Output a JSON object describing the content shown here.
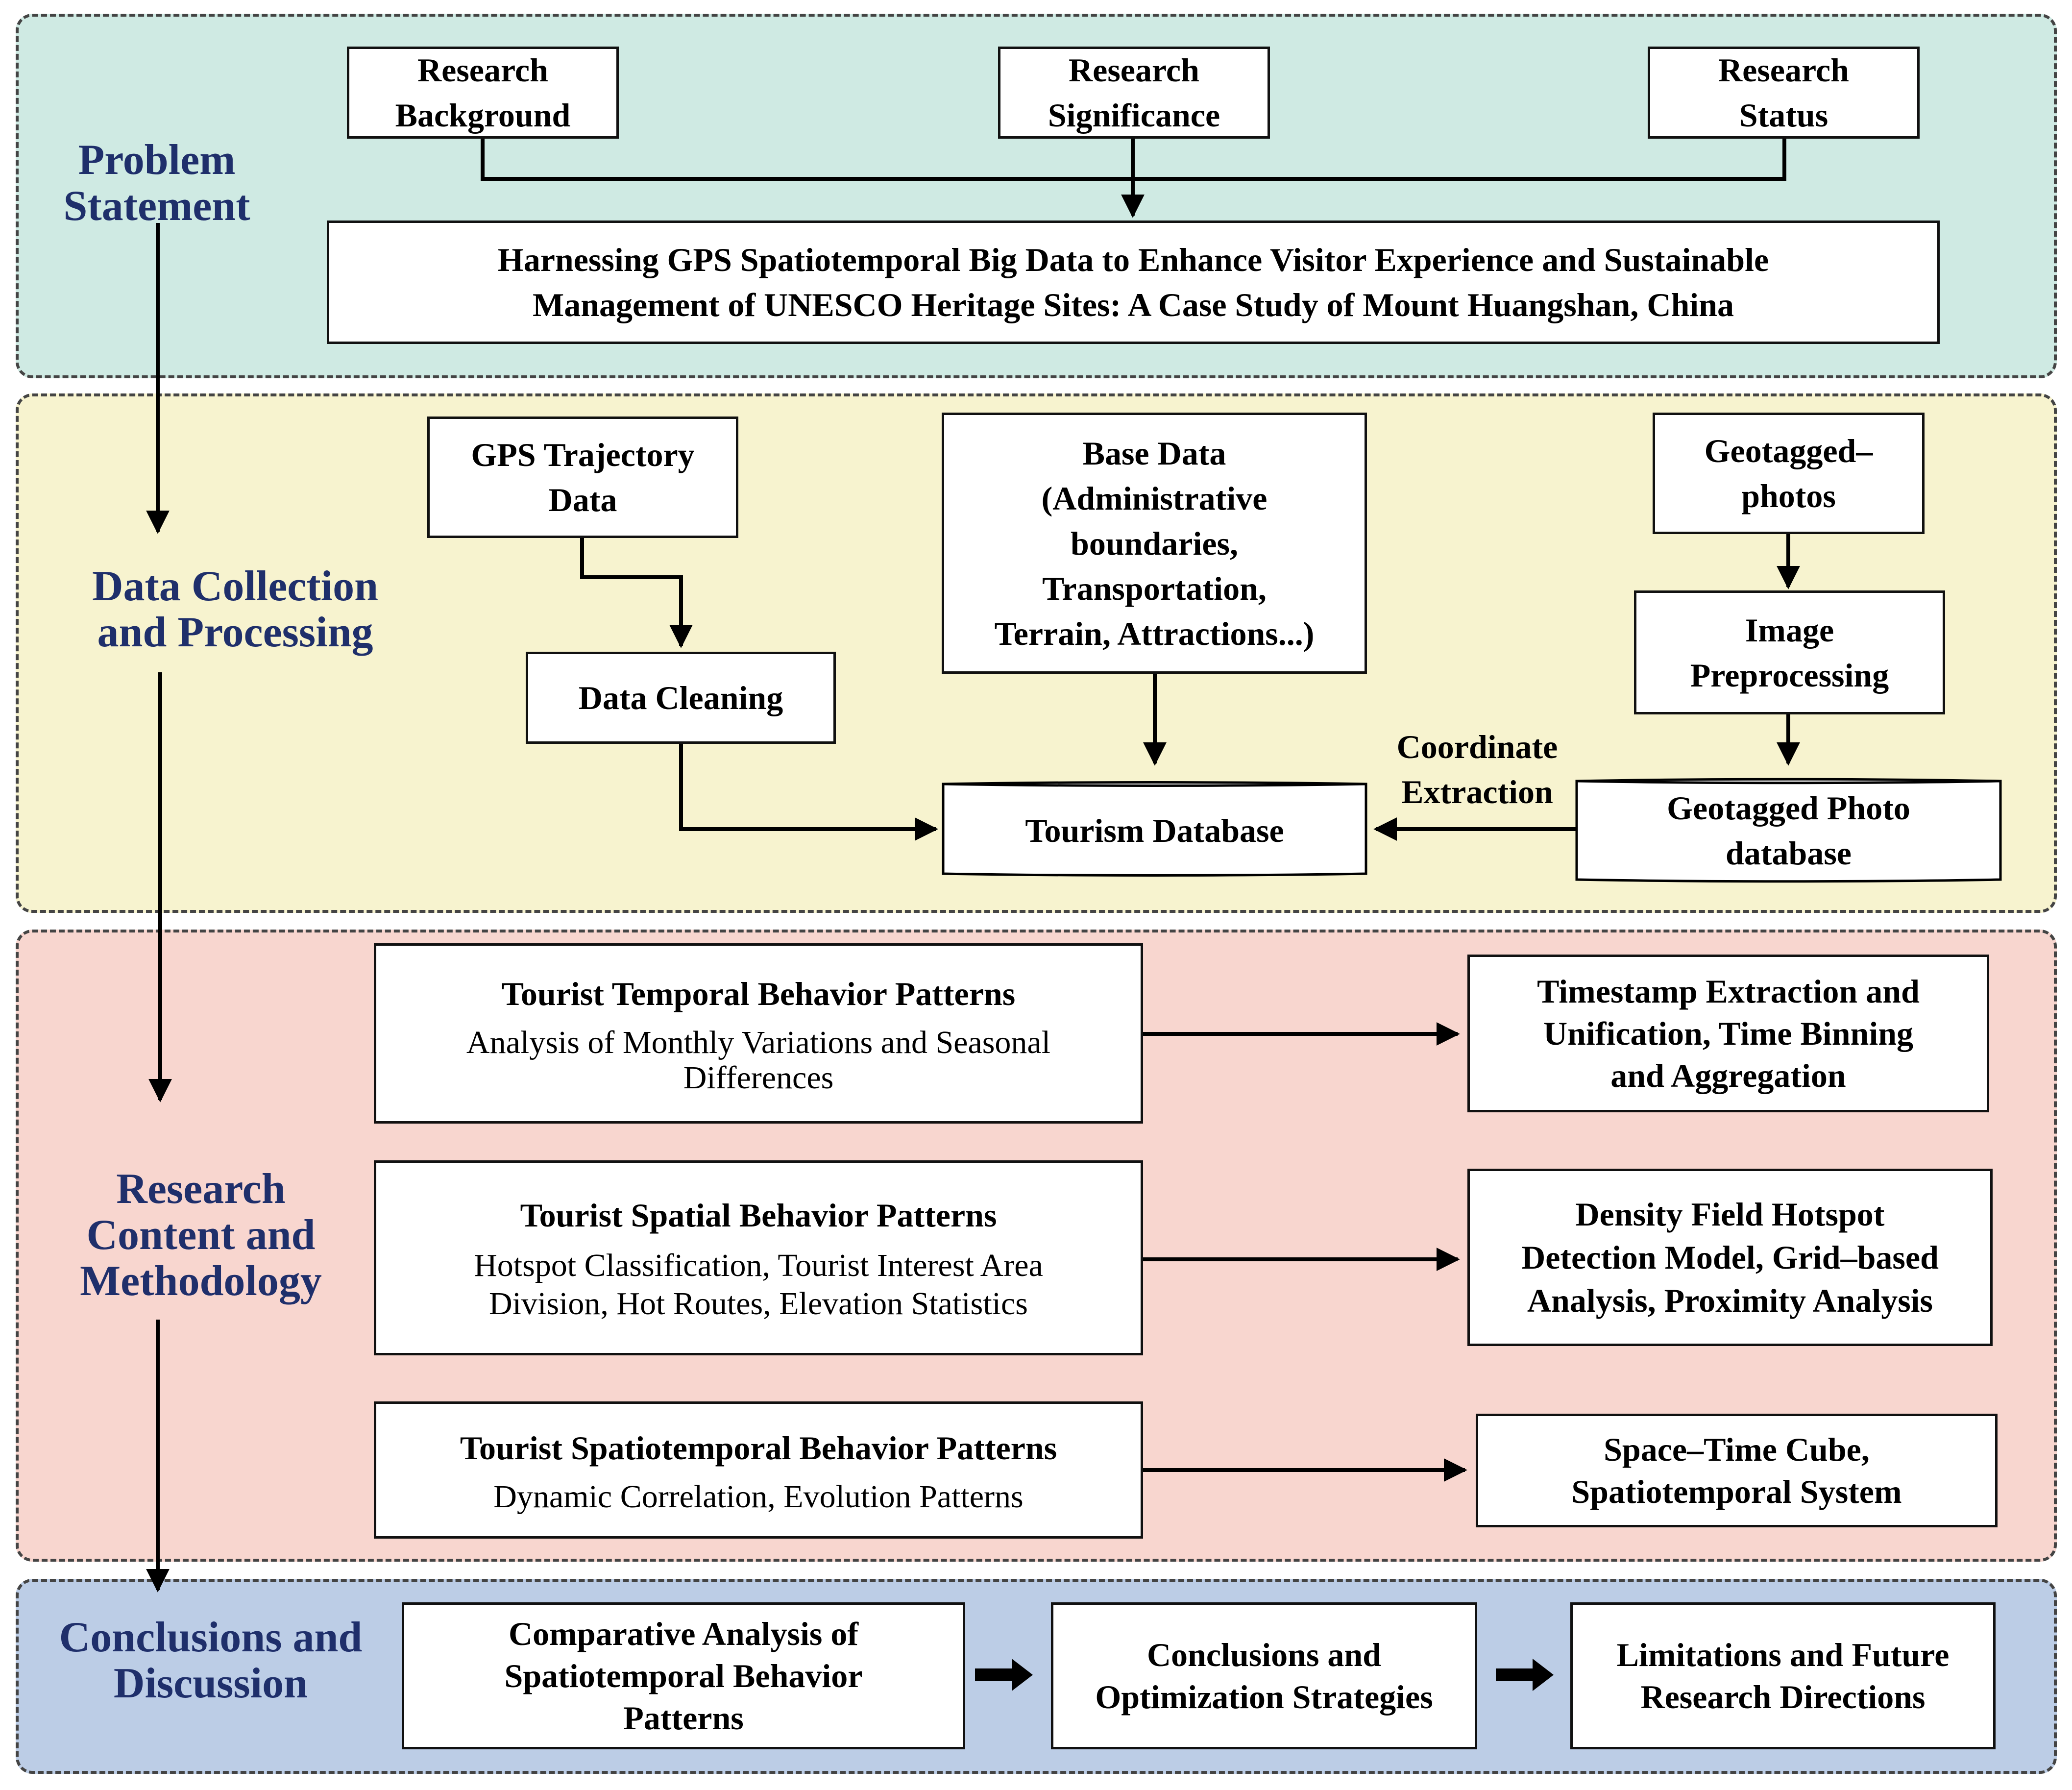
{
  "colors": {
    "problem_panel": "#cfeae3",
    "data_panel": "#f7f3cf",
    "research_panel": "#f8d6cf",
    "conclusion_panel": "#bccde6",
    "stage_text": "#1f2f6b"
  },
  "stages": {
    "problem": "Problem\nStatement",
    "data": "Data Collection\nand Processing",
    "research": "Research\nContent and\nMethodology",
    "conclusion": "Conclusions and\nDiscussion"
  },
  "problem": {
    "background": "Research\nBackground",
    "significance": "Research\nSignificance",
    "status": "Research\nStatus",
    "title": "Harnessing GPS Spatiotemporal Big Data to Enhance Visitor Experience and Sustainable\nManagement of UNESCO Heritage Sites: A Case Study of Mount Huangshan, China"
  },
  "data": {
    "gps": "GPS Trajectory\nData",
    "cleaning": "Data Cleaning",
    "base": "Base Data\n(Administrative\nboundaries,\nTransportation,\nTerrain, Attractions...)",
    "geotagged": "Geotagged–\nphotos",
    "image_prep": "Image\nPreprocessing",
    "tourism_db": "Tourism Database",
    "photo_db": "Geotagged Photo\ndatabase",
    "coord_extraction": "Coordinate\nExtraction"
  },
  "research": {
    "temporal_title": "Tourist Temporal Behavior Patterns",
    "temporal_sub": "Analysis of Monthly Variations and Seasonal\nDifferences",
    "temporal_method": "Timestamp Extraction and\nUnification, Time Binning\nand Aggregation",
    "spatial_title": "Tourist Spatial Behavior Patterns",
    "spatial_sub": "Hotspot Classification, Tourist Interest Area\nDivision, Hot Routes, Elevation Statistics",
    "spatial_method": "Density Field Hotspot\nDetection Model, Grid–based\nAnalysis, Proximity Analysis",
    "st_title": "Tourist Spatiotemporal Behavior Patterns",
    "st_sub": "Dynamic Correlation, Evolution Patterns",
    "st_method": "Space–Time Cube,\nSpatiotemporal System"
  },
  "conclusion": {
    "comparative": "Comparative Analysis of\nSpatiotemporal Behavior\nPatterns",
    "strategies": "Conclusions and\nOptimization Strategies",
    "future": "Limitations and Future\nResearch Directions"
  }
}
